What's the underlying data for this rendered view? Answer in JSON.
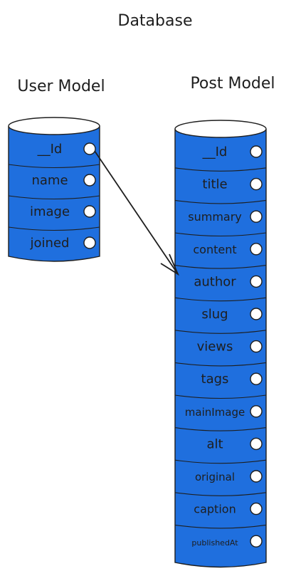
{
  "title": "Database",
  "user_model": {
    "label": "User Model",
    "fields": [
      "__Id",
      "name",
      "image",
      "joined"
    ]
  },
  "post_model": {
    "label": "Post Model",
    "fields": [
      "__Id",
      "title",
      "summary",
      "content",
      "author",
      "slug",
      "views",
      "tags",
      "mainImage",
      "alt",
      "original",
      "caption",
      "publishedAt"
    ]
  },
  "colors": {
    "fill": "#1f6fde",
    "stroke": "#1e1e1e",
    "background": "#ffffff"
  },
  "relation": {
    "from": "user_model.__Id",
    "to": "post_model.author"
  }
}
